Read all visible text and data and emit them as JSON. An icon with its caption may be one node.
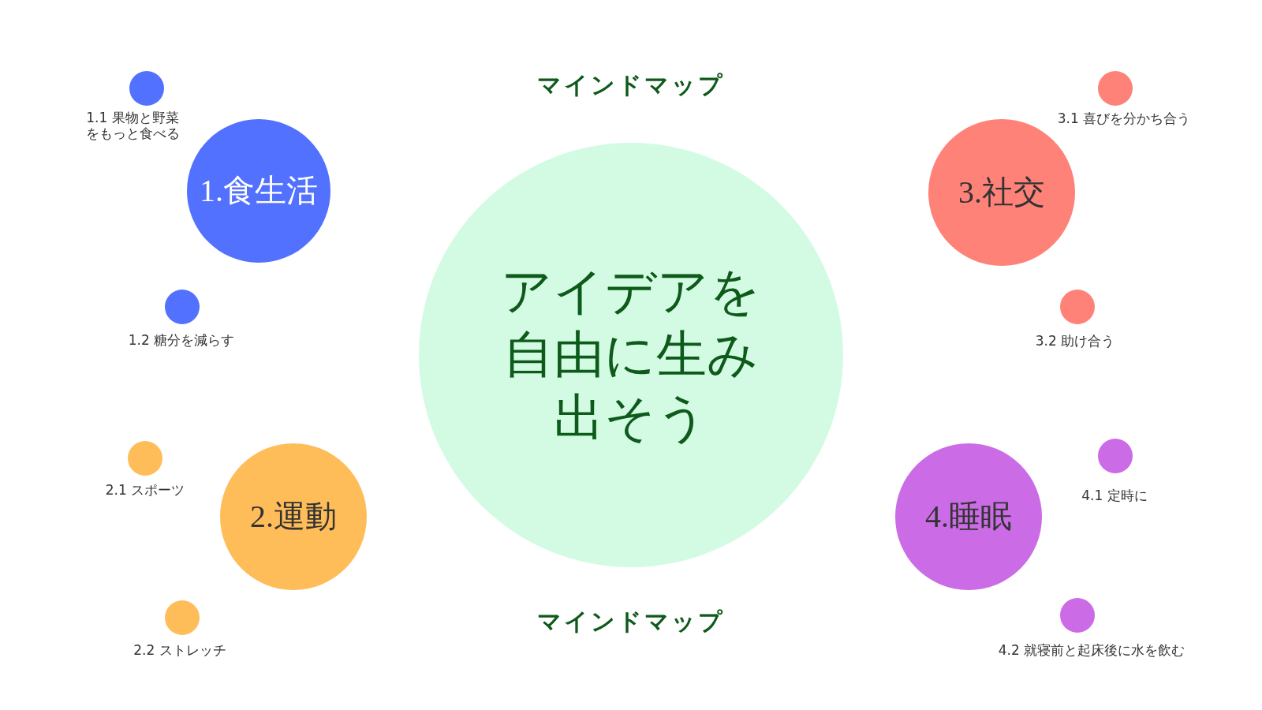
{
  "diagram": {
    "title": "マインドマップ",
    "nodes": [
      {
        "text": [
          "アイデアを自由に生み出そう"
        ]
      },
      {
        "text": [
          "1.食生活"
        ]
      },
      {
        "text": [],
        "shape": "circle",
        "beside": [
          "1.1 果物と野菜をもっと食べる"
        ]
      },
      {
        "text": [],
        "shape": "circle",
        "beside": [
          "1.2 糖分を減らす"
        ]
      },
      {
        "text": [
          "2.運動"
        ]
      },
      {
        "text": [],
        "shape": "circle",
        "beside": [
          "2.1 スポーツ"
        ]
      },
      {
        "text": [],
        "shape": "circle",
        "beside": [
          "2.2 ストレッチ"
        ]
      },
      {
        "text": [
          "3.社交"
        ]
      },
      {
        "text": [],
        "shape": "circle",
        "beside": [
          "3.1 喜びを分かち合う"
        ]
      },
      {
        "text": [],
        "shape": "circle",
        "beside": [
          "3.2 助け合う"
        ]
      },
      {
        "text": [
          "4.睡眠"
        ]
      },
      {
        "text": [],
        "shape": "circle",
        "beside": [
          "4.1 定時に"
        ]
      },
      {
        "text": [],
        "shape": "circle",
        "beside": [
          "4.2 就寝前と起床後に水を飲む"
        ]
      }
    ],
    "labels": [
      "マインドマップ"
    ]
  }
}
